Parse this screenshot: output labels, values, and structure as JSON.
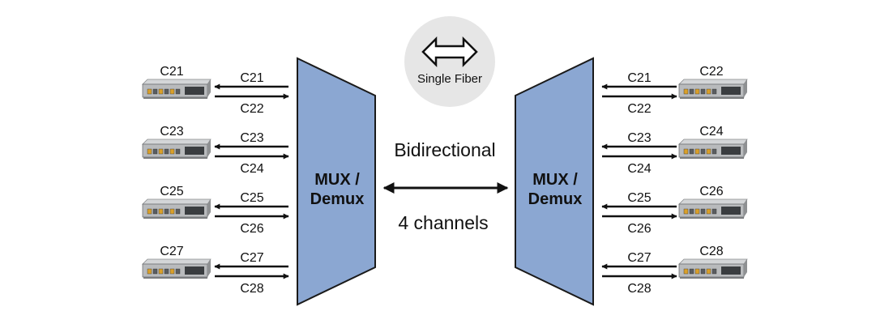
{
  "colors": {
    "mux_fill": "#8ba7d2",
    "mux_stroke": "#1a1a1a",
    "arrow": "#111111",
    "fiber_badge": "#e6e6e6",
    "device_body": "#b9bbbd",
    "device_dark": "#3a3d40",
    "port_accent": "#d9a02a"
  },
  "fiber_badge": {
    "label": "Single Fiber",
    "icon": "double-arrow-icon"
  },
  "center": {
    "top_label": "Bidirectional",
    "bottom_label": "4 channels"
  },
  "mux_left": {
    "line1": "MUX /",
    "line2": "Demux"
  },
  "mux_right": {
    "line1": "MUX /",
    "line2": "Demux"
  },
  "left_rows": [
    {
      "device": "C21",
      "in_label": "C21",
      "out_label": "C22"
    },
    {
      "device": "C23",
      "in_label": "C23",
      "out_label": "C24"
    },
    {
      "device": "C25",
      "in_label": "C25",
      "out_label": "C26"
    },
    {
      "device": "C27",
      "in_label": "C27",
      "out_label": "C28"
    }
  ],
  "right_rows": [
    {
      "device": "C22",
      "in_label": "C21",
      "out_label": "C22"
    },
    {
      "device": "C24",
      "in_label": "C23",
      "out_label": "C24"
    },
    {
      "device": "C26",
      "in_label": "C25",
      "out_label": "C26"
    },
    {
      "device": "C28",
      "in_label": "C27",
      "out_label": "C28"
    }
  ]
}
